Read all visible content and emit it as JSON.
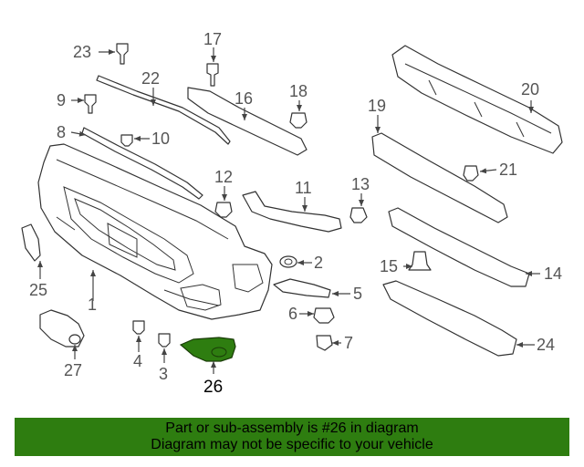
{
  "callouts": {
    "c1": "1",
    "c2": "2",
    "c3": "3",
    "c4": "4",
    "c5": "5",
    "c6": "6",
    "c7": "7",
    "c8": "8",
    "c9": "9",
    "c10": "10",
    "c11": "11",
    "c12": "12",
    "c13": "13",
    "c14": "14",
    "c15": "15",
    "c16": "16",
    "c17": "17",
    "c18": "18",
    "c19": "19",
    "c20": "20",
    "c21": "21",
    "c22": "22",
    "c23": "23",
    "c24": "24",
    "c25": "25",
    "c26": "26",
    "c27": "27"
  },
  "banner": {
    "line1": "Part or sub-assembly is #26 in diagram",
    "line2": "Diagram may not be specific to your vehicle"
  },
  "colors": {
    "highlight_part": "#2e7d10",
    "banner_bg": "#2e7d10",
    "callout_text": "#555555"
  }
}
